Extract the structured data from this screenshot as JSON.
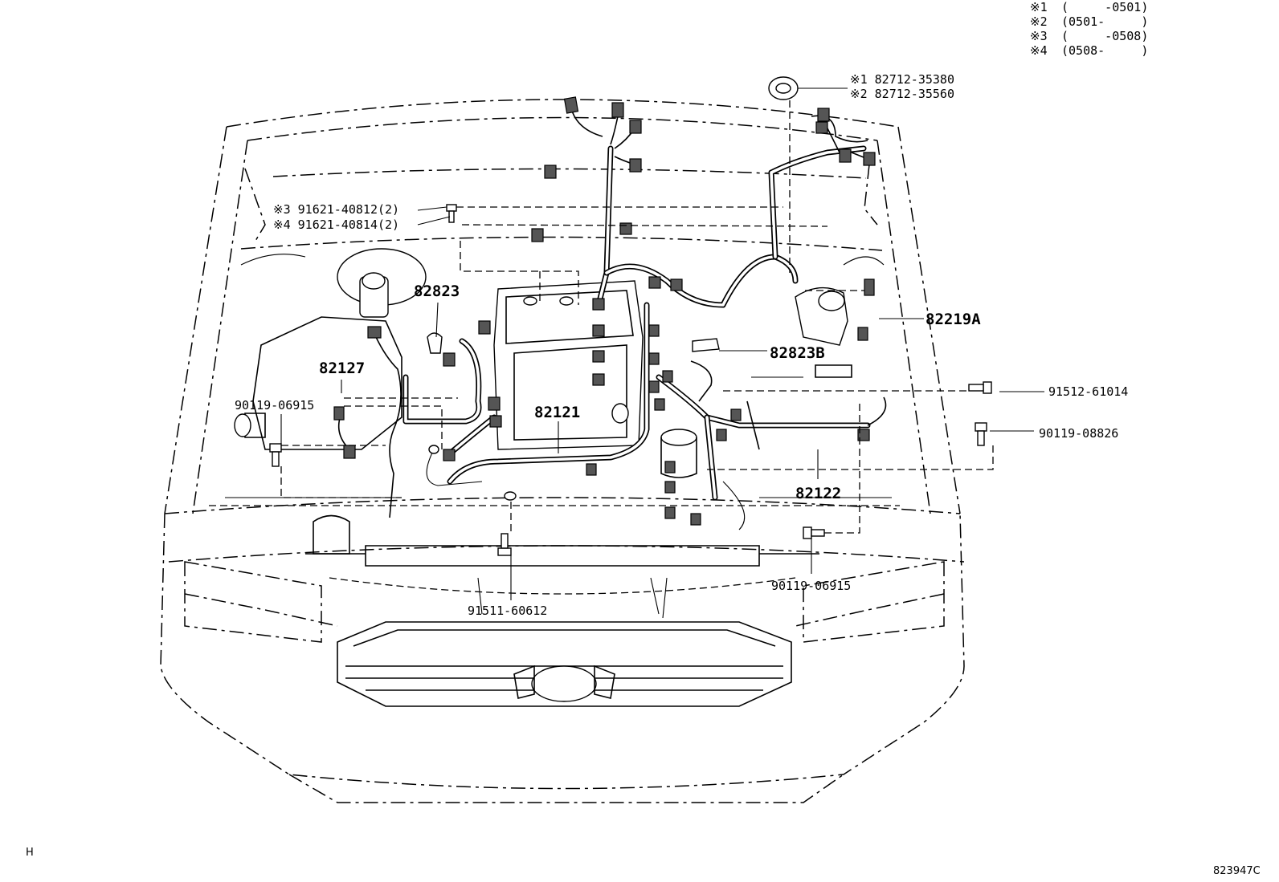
{
  "legend": [
    {
      "mark": "※1",
      "range": "(     -0501)"
    },
    {
      "mark": "※2",
      "range": "(0501-     )"
    },
    {
      "mark": "※3",
      "range": "(     -0508)"
    },
    {
      "mark": "※4",
      "range": "(0508-     )"
    }
  ],
  "callouts": {
    "grommet_1": "※1 82712-35380",
    "grommet_2": "※2 82712-35560",
    "bolt_3": "※3 91621-40812(2)",
    "bolt_4": "※4 91621-40814(2)",
    "p82823": "82823",
    "p82219a": "82219A",
    "p82823b": "82823B",
    "p82127": "82127",
    "p90119_06915_left": "90119-06915",
    "p82121": "82121",
    "p91512_61014": "91512-61014",
    "p90119_08826": "90119-08826",
    "p82122": "82122",
    "p90119_06915_right": "90119-06915",
    "p91511_60612": "91511-60612"
  },
  "corner_left": "H",
  "figure_id": "823947C"
}
